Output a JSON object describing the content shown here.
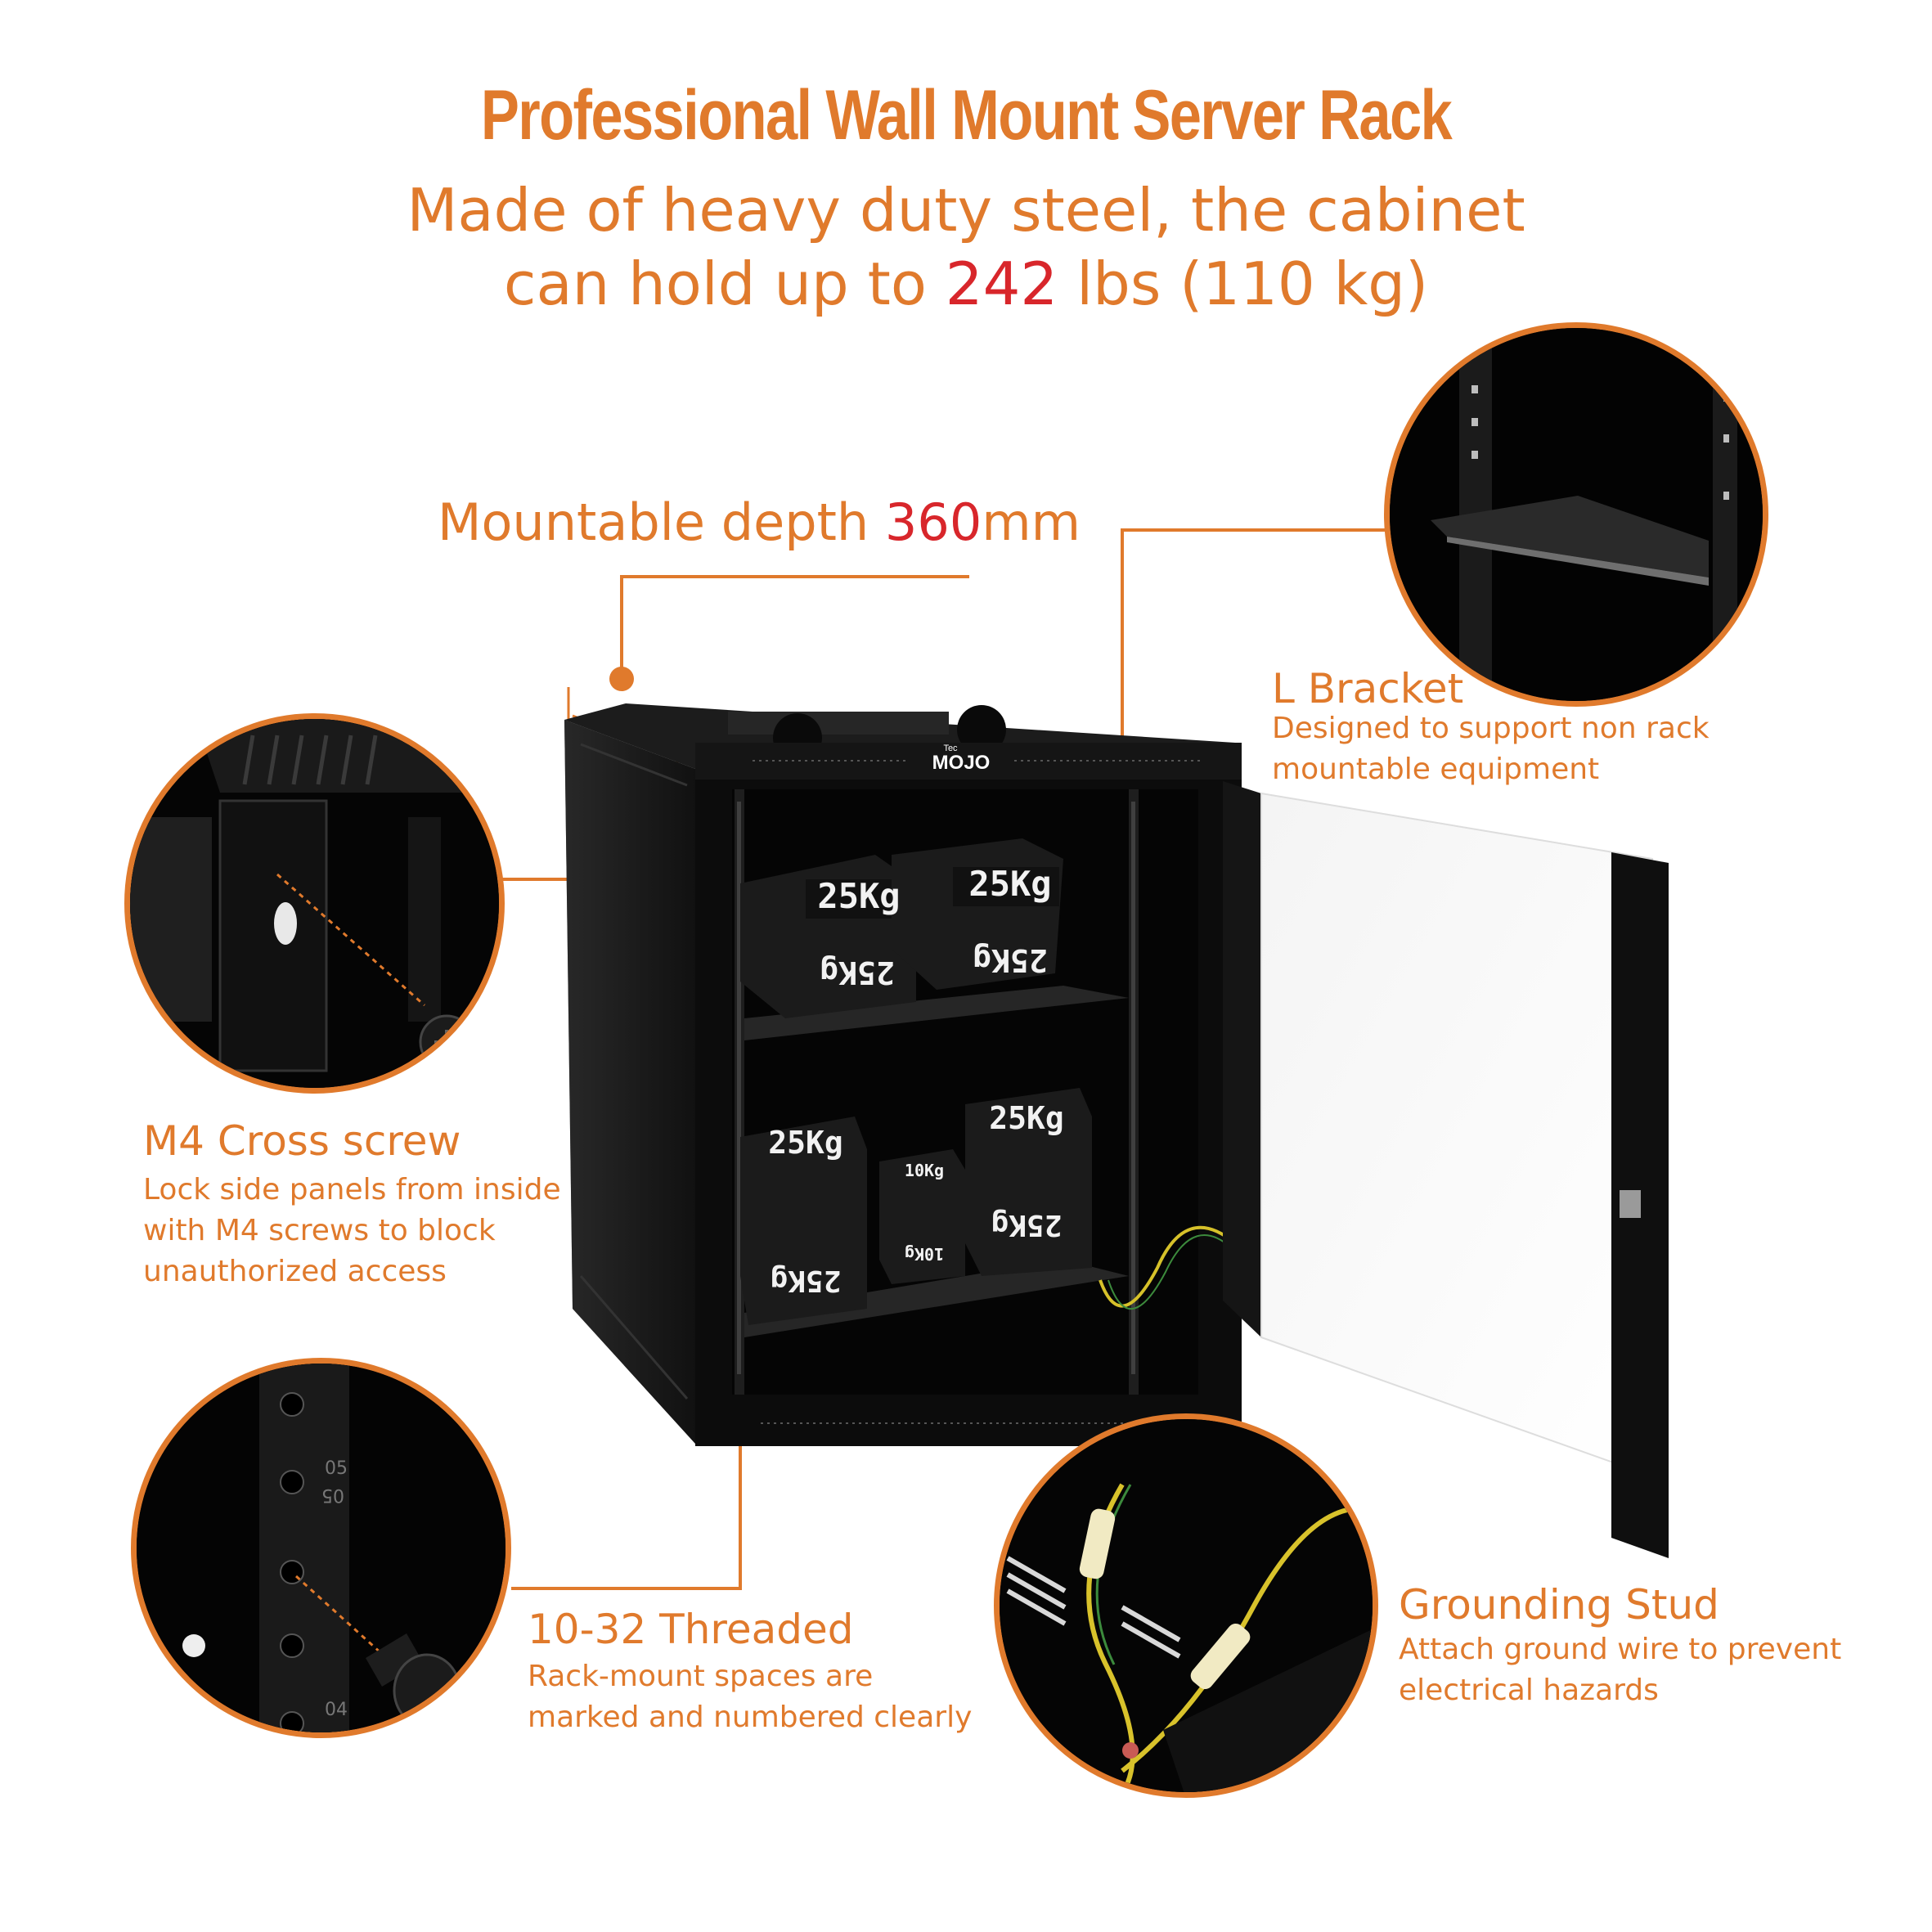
{
  "header": {
    "title": "Professional Wall Mount Server Rack",
    "subtitle_line1": "Made of heavy duty steel, the cabinet",
    "subtitle_line2_pre": "can hold up to ",
    "subtitle_line2_highlight": "242",
    "subtitle_line2_post": " lbs (110 kg)"
  },
  "depth": {
    "pre": "Mountable depth ",
    "highlight": "360",
    "post": "mm"
  },
  "callouts": {
    "l_bracket": {
      "title": "L Bracket",
      "desc_line1": "Designed to support non rack",
      "desc_line2": "mountable equipment"
    },
    "m4_screw": {
      "title": "M4 Cross screw",
      "desc_line1": "Lock side panels from inside",
      "desc_line2": "with M4 screws to block",
      "desc_line3": "unauthorized access"
    },
    "threaded": {
      "title": "10-32 Threaded",
      "desc_line1": "Rack-mount spaces are",
      "desc_line2": "marked and numbered clearly"
    },
    "grounding": {
      "title": "Grounding Stud",
      "desc_line1": "Attach ground wire to prevent",
      "desc_line2": "electrical hazards"
    }
  },
  "product": {
    "brand_small": "Tec",
    "brand": "MOJO",
    "weights": [
      "25Kg",
      "25Kg",
      "25Kg",
      "25Kg",
      "25Kg",
      "25Kg",
      "25Kg",
      "25Kg",
      "10Kg",
      "10Kg"
    ],
    "rail_numbers": [
      "05",
      "05",
      "04"
    ]
  },
  "colors": {
    "accent": "#E07A2C",
    "highlight": "#D8262B",
    "cabinet": "#111111"
  }
}
